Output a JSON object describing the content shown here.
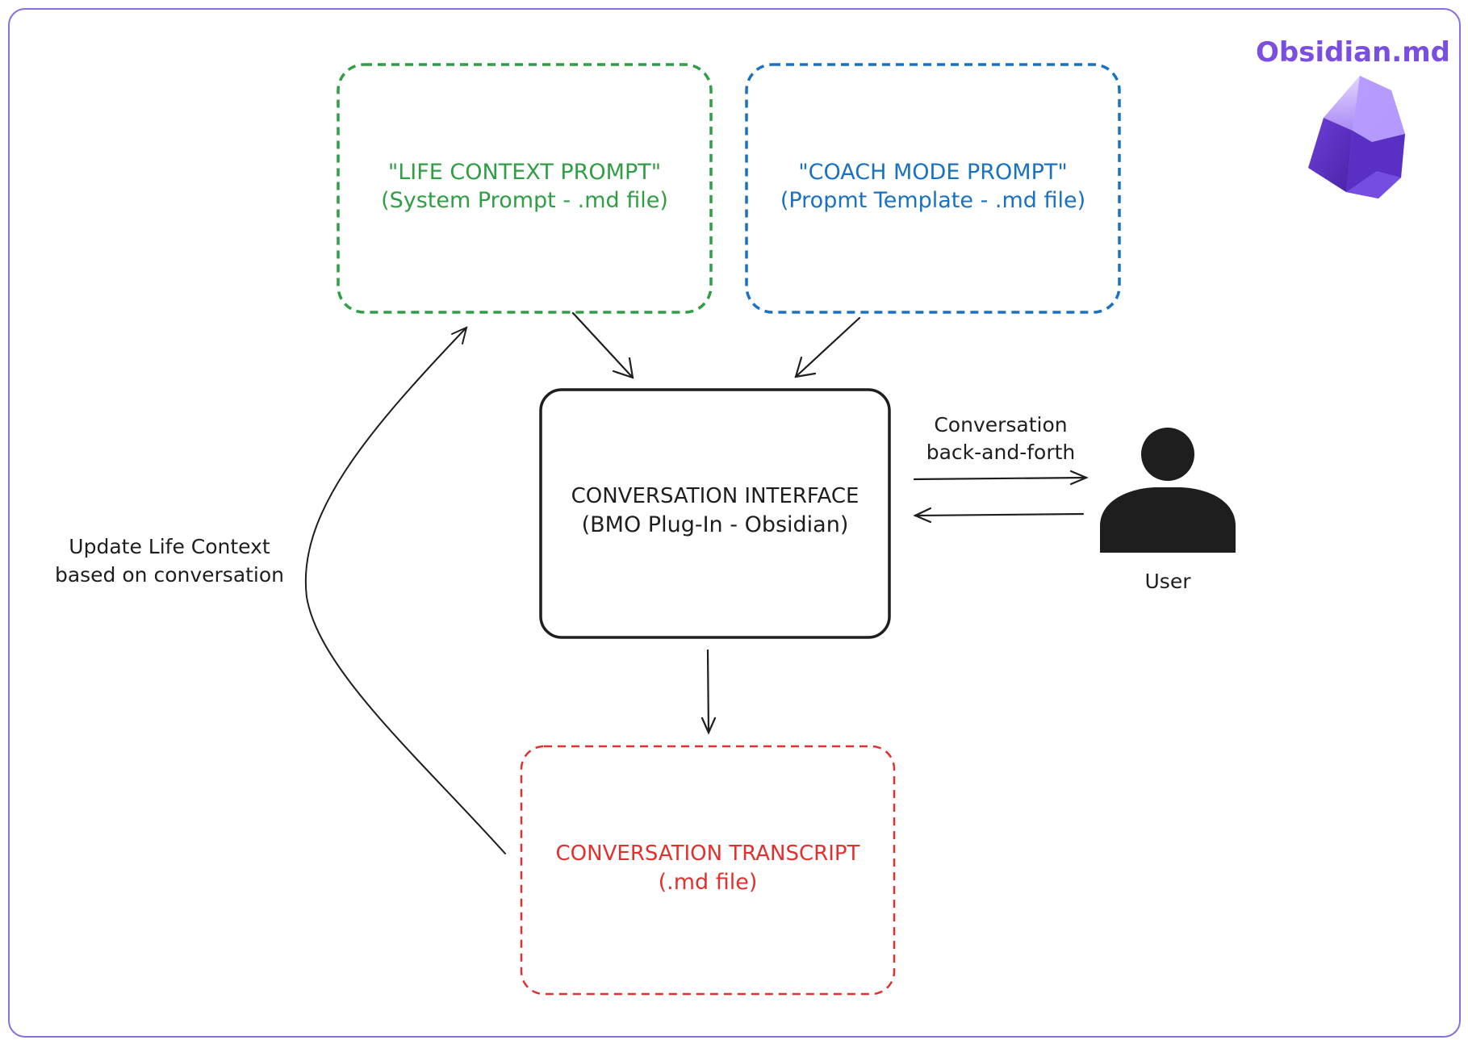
{
  "brand": {
    "name": "Obsidian.md",
    "logo_icon": "obsidian-crystal-icon",
    "color": "#7a4fe0"
  },
  "nodes": {
    "life_context": {
      "title": "\"LIFE CONTEXT PROMPT\"",
      "subtitle": "(System Prompt - .md file)",
      "color": "#2f9e44"
    },
    "coach_mode": {
      "title": "\"COACH MODE PROMPT\"",
      "subtitle": "(Propmt Template - .md file)",
      "color": "#1971c2"
    },
    "interface": {
      "title": "CONVERSATION INTERFACE",
      "subtitle": "(BMO Plug-In - Obsidian)",
      "color": "#1e1e1e"
    },
    "transcript": {
      "title": "CONVERSATION TRANSCRIPT",
      "subtitle": "(.md file)",
      "color": "#e03131"
    },
    "user": {
      "label": "User",
      "icon": "user-icon"
    }
  },
  "edges": {
    "conversation": {
      "line1": "Conversation",
      "line2": "back-and-forth"
    },
    "update": {
      "line1": "Update Life Context",
      "line2": "based on conversation"
    }
  },
  "frame_color": "#8a6fe0"
}
